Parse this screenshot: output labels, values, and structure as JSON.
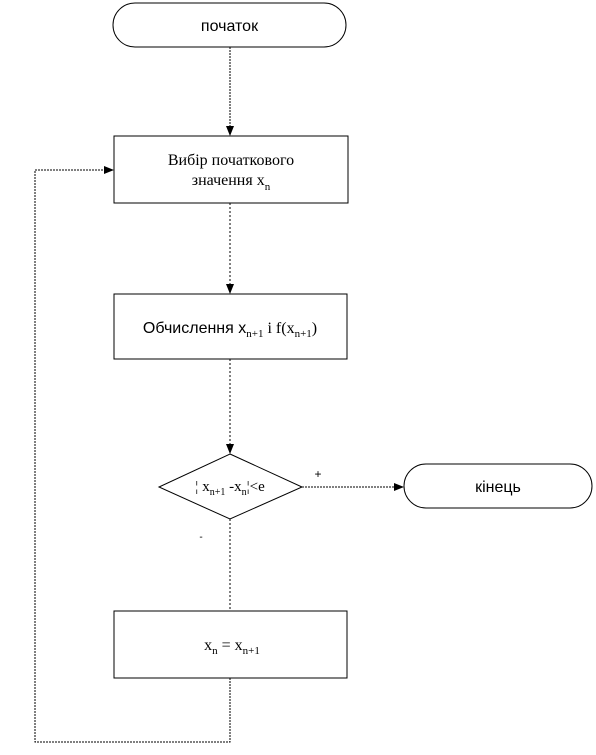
{
  "nodes": {
    "start": {
      "label": "початок"
    },
    "init": {
      "line1": "Вибір початкового",
      "line2_prefix": "значення x",
      "line2_sub": "n"
    },
    "compute": {
      "prefix": "Обчислення x",
      "sub1": "n+1",
      "mid": " і f(x",
      "sub2": "n+1",
      "suffix": ")"
    },
    "decision": {
      "bar1": "¦",
      "x1": "x",
      "sub1": "n+1",
      "mid": " -x",
      "sub2": "n",
      "bar2": "¦",
      "suffix": "<e"
    },
    "end": {
      "label": "кінець"
    },
    "update": {
      "lhs": "x",
      "lhs_sub": "n",
      "eq": " =  x",
      "rhs_sub": "n+1"
    }
  },
  "edges": {
    "yes_label": "+",
    "no_label": "-"
  }
}
